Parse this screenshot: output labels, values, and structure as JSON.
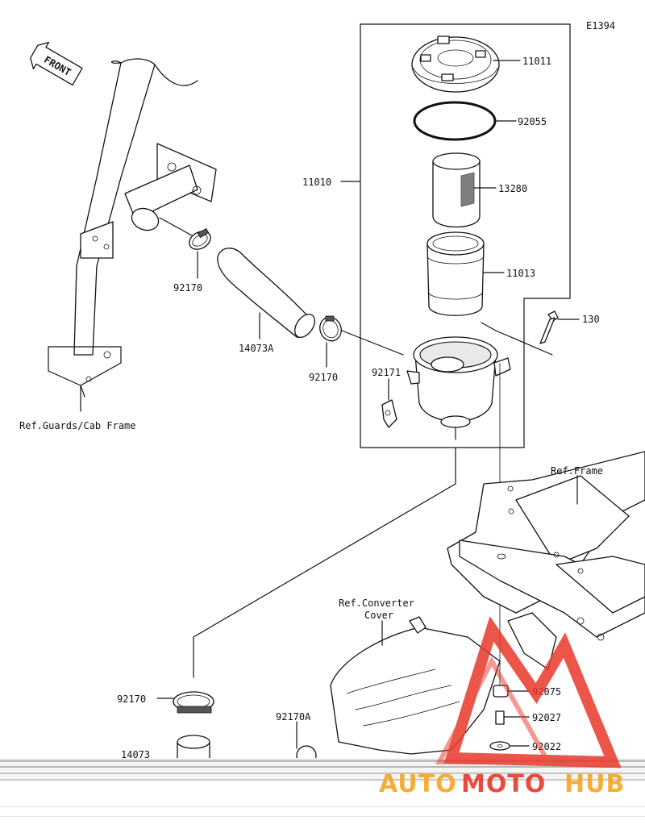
{
  "diagram_code": "E1394",
  "front_label": "FRONT",
  "labels": {
    "p11011": "11011",
    "p92055": "92055",
    "p11010": "11010",
    "p13280": "13280",
    "p11013": "11013",
    "p130": "130",
    "p92170_a": "92170",
    "p14073a": "14073A",
    "p92170_b": "92170",
    "p92171": "92171",
    "ref_guards": "Ref.Guards/Cab Frame",
    "ref_frame": "Ref.Frame",
    "ref_converter_1": "Ref.Converter",
    "ref_converter_2": "Cover",
    "p92170_c": "92170",
    "p92170a": "92170A",
    "p92075": "92075",
    "p92027": "92027",
    "p92022": "92022",
    "p14073": "14073"
  },
  "watermark": {
    "part1": "AUTO",
    "part2": "MOTO",
    "part3": "HUB",
    "color_primary": "#e8382b",
    "color_secondary": "#f5a623"
  }
}
